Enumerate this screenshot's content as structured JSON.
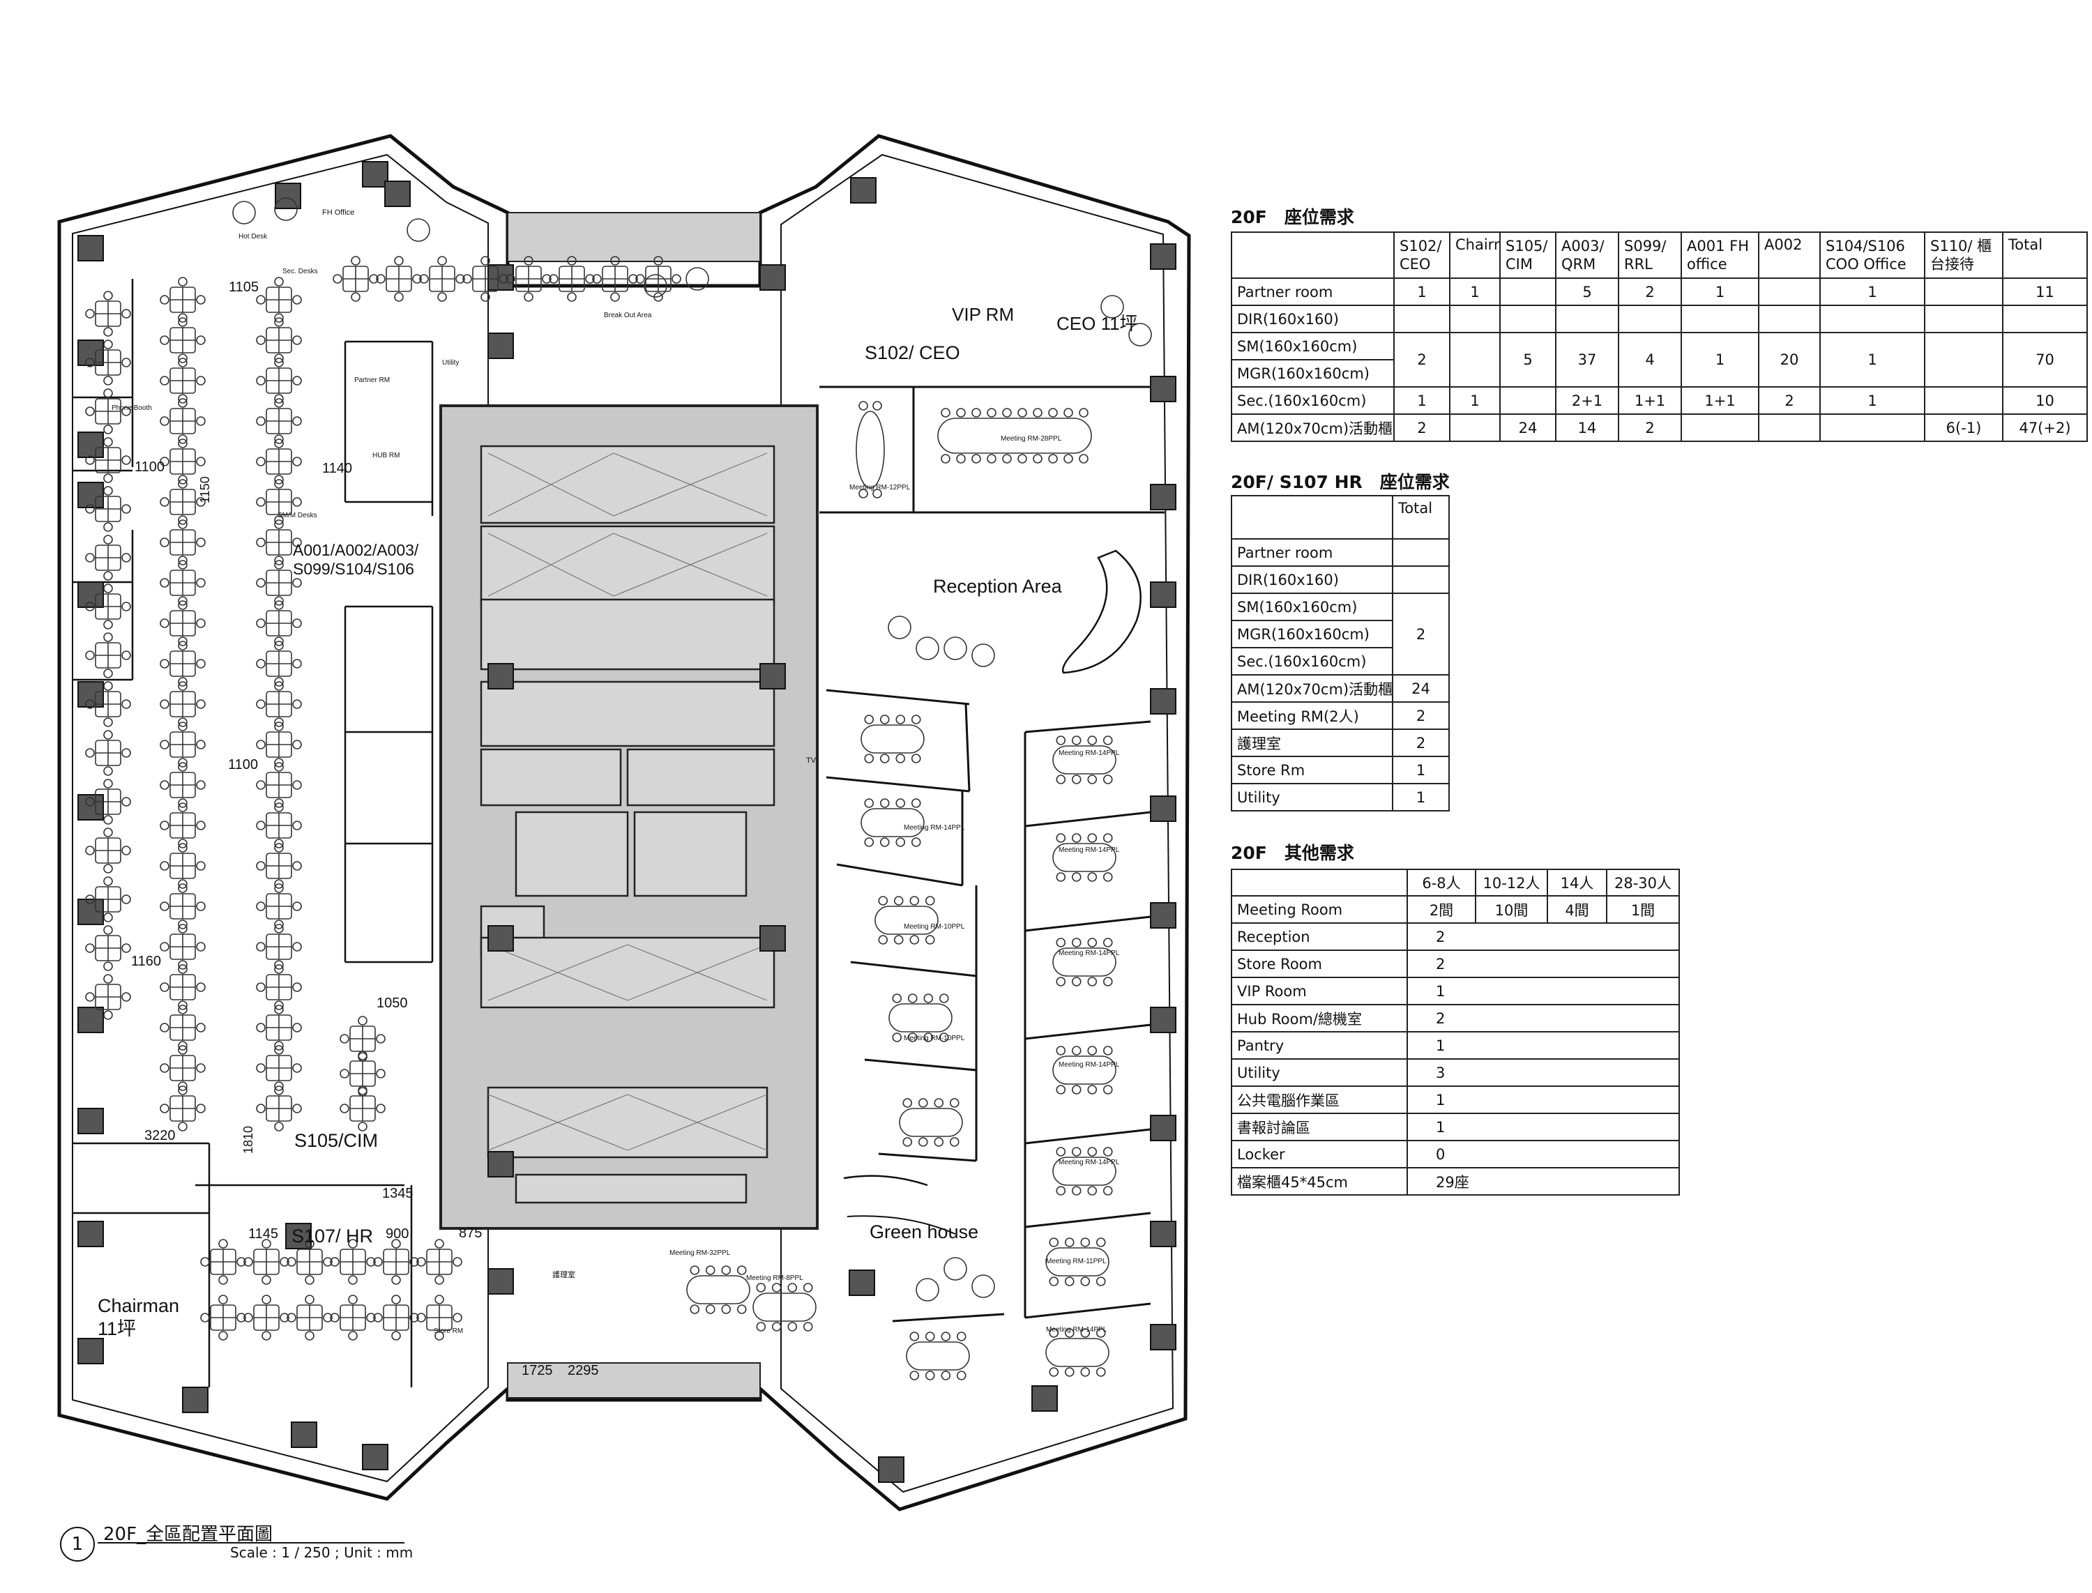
{
  "floor_plan": {
    "labels": {
      "s102_ceo": "S102/ CEO",
      "vip_rm": "VIP RM",
      "ceo": "CEO 11坪",
      "reception_area": "Reception Area",
      "green_house": "Green house",
      "s105_cim": "S105/CIM",
      "s107_hr": "S107/ HR",
      "chairman": "Chairman",
      "chairman_size": "11坪",
      "group_a": "A001/A002/A003/",
      "group_b": "S099/S104/S106",
      "hot_desk": "Hot Desk",
      "fh_office": "FH Office",
      "sec_desks": "Sec. Desks",
      "sm_m_desks": "SM/M Desks",
      "partner_rm": "Partner RM",
      "phone_booth": "Phone Booth",
      "hub_rm": "HUB RM",
      "utility": "Utility",
      "store_rm": "Store RM",
      "break_out_area": "Break Out Area",
      "meeting_28": "Meeting RM-28PPL",
      "meeting_12": "Meeting RM-12PPL",
      "meeting_14": "Meeting RM-14PPL",
      "meeting_10": "Meeting RM-10PPL",
      "meeting_8": "Meeting RM-8PPL",
      "meeting_11": "Meeting RM-11PPL",
      "meeting_32": "Meeting RM-32PPL",
      "nurse_room": "護理室",
      "tv": "TV"
    },
    "dimensions": {
      "d1105": "1105",
      "d1100a": "1100",
      "d1140": "1140",
      "d1150": "1150",
      "d1100b": "1100",
      "d1160": "1160",
      "d1050": "1050",
      "d3220": "3220",
      "d1810": "1810",
      "d1345": "1345",
      "d1145": "1145",
      "d900": "900",
      "d875": "875",
      "d1725": "1725",
      "d2295": "2295"
    },
    "caption": {
      "number": "1",
      "title": "20F_全區配置平面圖",
      "scale": "Scale : 1 / 250 ; Unit : mm"
    }
  },
  "table_seat": {
    "title": "20F　座位需求",
    "columns": [
      "",
      "S102/ CEO",
      "Chairman",
      "S105/ CIM",
      "A003/ QRM",
      "S099/ RRL",
      "A001 FH office",
      "A002",
      "S104/S106 COO Office",
      "S110/ 櫃台接待",
      "Total"
    ],
    "rows": [
      {
        "label": "Partner room",
        "values": [
          "1",
          "1",
          "",
          "5",
          "2",
          "1",
          "",
          "1",
          "",
          "11"
        ]
      },
      {
        "label": "DIR(160x160)"
      },
      {
        "label": "SM(160x160cm)"
      },
      {
        "label": "MGR(160x160cm)"
      },
      {
        "label": "Sec.(160x160cm)",
        "values": [
          "1",
          "1",
          "",
          "2+1",
          "1+1",
          "1+1",
          "2",
          "1",
          "",
          "10"
        ]
      },
      {
        "label": "AM(120x70cm)活動櫃",
        "values": [
          "2",
          "",
          "24",
          "14",
          "2",
          "",
          "",
          "",
          "6(-1)",
          "47(+2)"
        ]
      }
    ],
    "merged_values": [
      "2",
      "",
      "5",
      "37",
      "4",
      "1",
      "20",
      "1",
      "",
      "70"
    ]
  },
  "table_hr": {
    "title": "20F/ S107 HR　座位需求",
    "header": "Total",
    "rows": [
      {
        "label": "Partner room",
        "value": ""
      },
      {
        "label": "DIR(160x160)",
        "value": ""
      },
      {
        "label": "SM(160x160cm)"
      },
      {
        "label": "MGR(160x160cm)"
      },
      {
        "label": "Sec.(160x160cm)"
      },
      {
        "label": "AM(120x70cm)活動櫃",
        "value": "24"
      },
      {
        "label": "Meeting RM(2人)",
        "value": "2"
      },
      {
        "label": "護理室",
        "value": "2"
      },
      {
        "label": "Store Rm",
        "value": "1"
      },
      {
        "label": "Utility",
        "value": "1"
      }
    ],
    "merged_value": "2"
  },
  "table_other": {
    "title": "20F　其他需求",
    "columns": [
      "6-8人",
      "10-12人",
      "14人",
      "28-30人"
    ],
    "meeting_row": {
      "label": "Meeting Room",
      "values": [
        "2間",
        "10間",
        "4間",
        "1間"
      ]
    },
    "rows": [
      {
        "label": "Reception",
        "value": "2"
      },
      {
        "label": "Store Room",
        "value": "2"
      },
      {
        "label": "VIP Room",
        "value": "1"
      },
      {
        "label": "Hub Room/總機室",
        "value": "2"
      },
      {
        "label": "Pantry",
        "value": "1"
      },
      {
        "label": "Utility",
        "value": "3"
      },
      {
        "label": "公共電腦作業區",
        "value": "1"
      },
      {
        "label": "書報討論區",
        "value": "1"
      },
      {
        "label": "Locker",
        "value": "0"
      },
      {
        "label": "檔案櫃45*45cm",
        "value": "29座"
      }
    ]
  }
}
